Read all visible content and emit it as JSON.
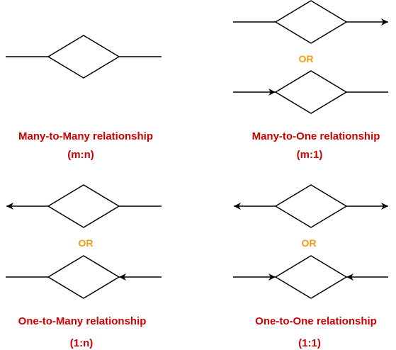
{
  "colors": {
    "caption": "#cc0000",
    "or": "#f39c12",
    "stroke": "#000000"
  },
  "diagrams": {
    "many_to_many": {
      "title": "Many-to-Many relationship",
      "notation": "(m:n)"
    },
    "many_to_one": {
      "title": "Many-to-One relationship",
      "notation": "(m:1)",
      "or": "OR"
    },
    "one_to_many": {
      "title": "One-to-Many relationship",
      "notation": "(1:n)",
      "or": "OR"
    },
    "one_to_one": {
      "title": "One-to-One relationship",
      "notation": "(1:1)",
      "or": "OR"
    }
  }
}
